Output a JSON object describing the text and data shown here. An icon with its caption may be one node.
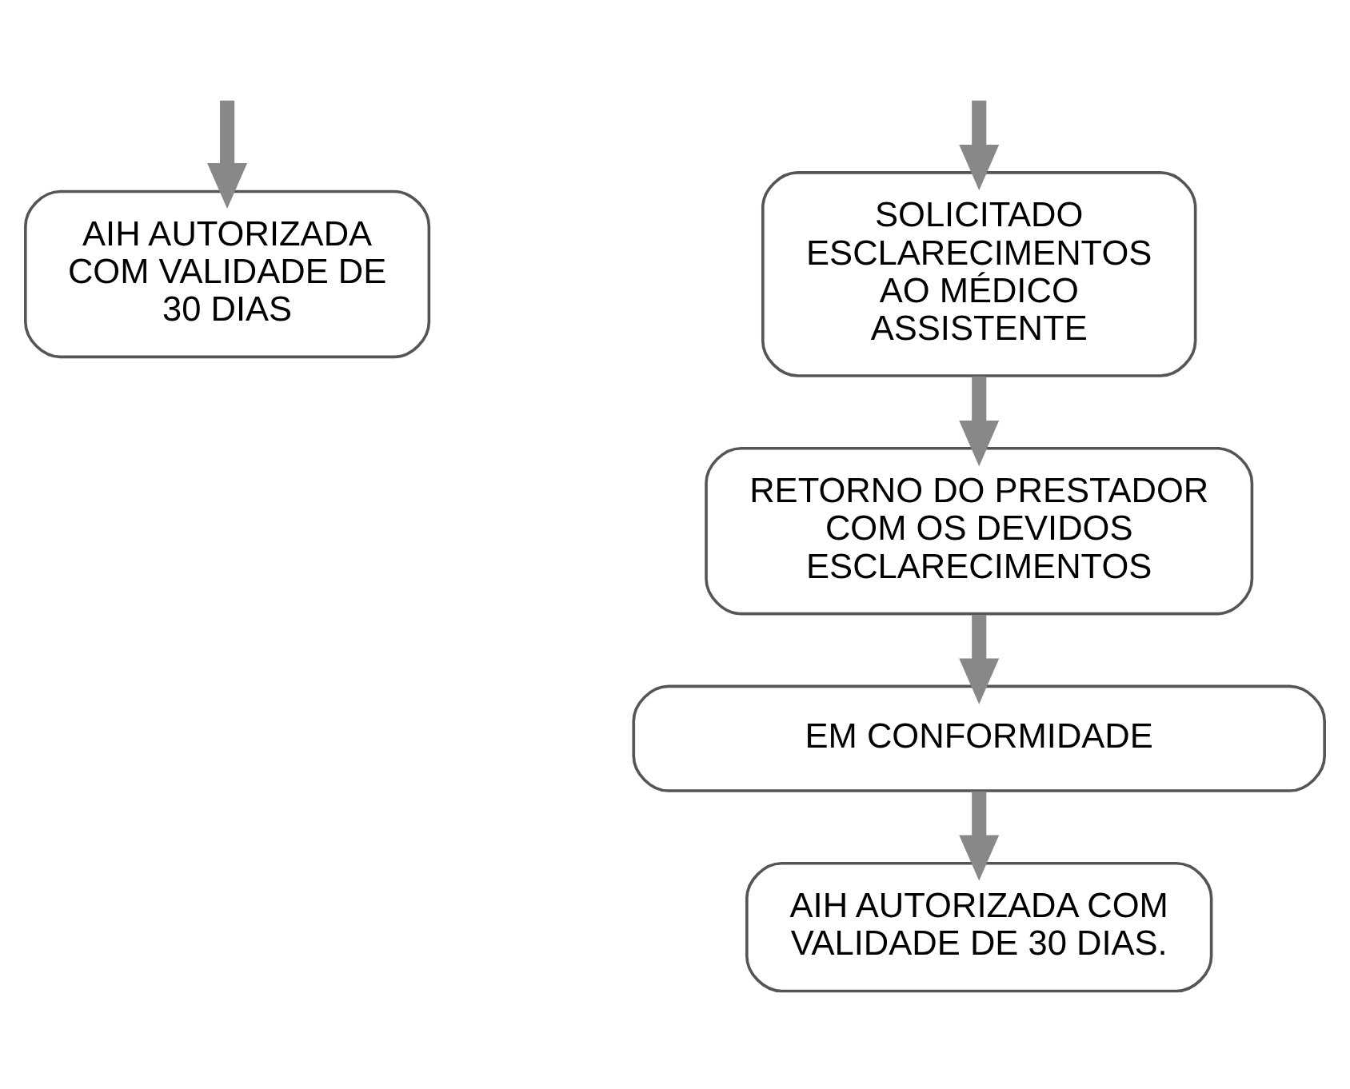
{
  "diagram": {
    "nodes": [
      {
        "text": [
          "AIH AUTORIZADA COM VALIDADE DE 30 DIAS"
        ]
      },
      {
        "text": [
          "SOLICITADO ESCLARECIMENTOS AO MÉDICO ASSISTENTE"
        ]
      },
      {
        "text": [
          "RETORNO DO PRESTADOR COM OS DEVIDOS ESCLARECIMENTOS"
        ]
      },
      {
        "text": [
          "EM CONFORMIDADE"
        ]
      },
      {
        "text": [
          "AIH AUTORIZADA COM VALIDADE DE 30 DIAS."
        ]
      }
    ],
    "edges": [
      {
        "from": null,
        "to": 0,
        "arrow": "to"
      },
      {
        "from": null,
        "to": 1,
        "arrow": "to"
      },
      {
        "from": 1,
        "to": 2,
        "arrow": "to"
      },
      {
        "from": 2,
        "to": 3,
        "arrow": "to"
      },
      {
        "from": 3,
        "to": 4,
        "arrow": "to"
      }
    ]
  }
}
